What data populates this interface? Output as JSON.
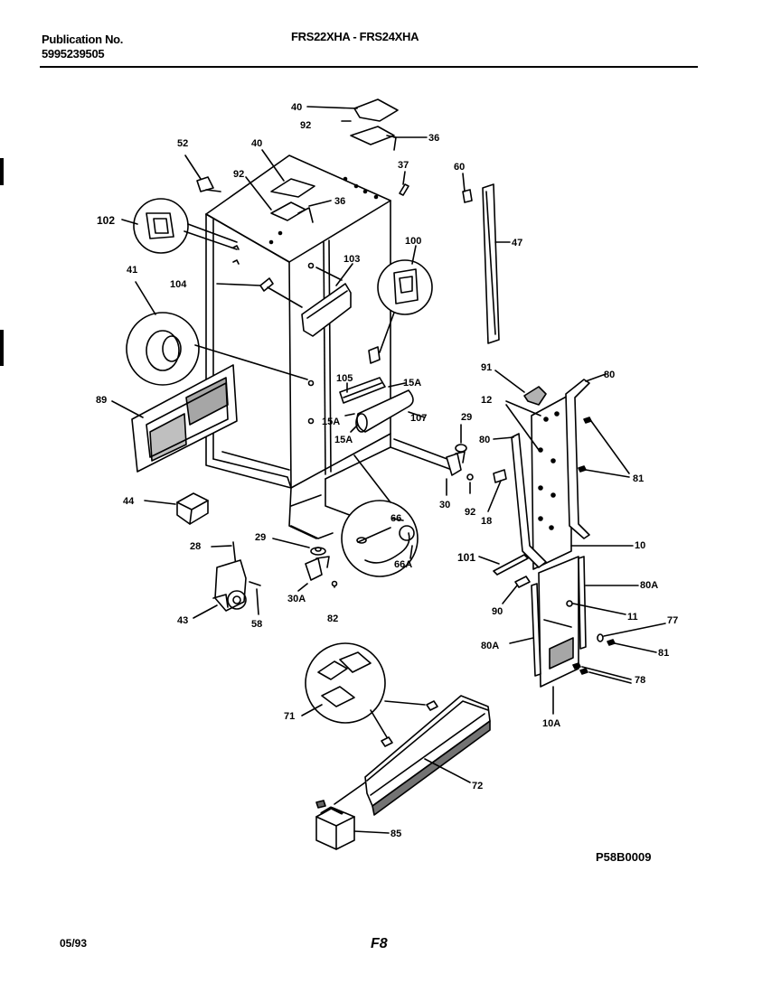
{
  "header": {
    "publication_label": "Publication No.",
    "publication_number": "5995239505",
    "models": "FRS22XHA - FRS24XHA"
  },
  "footer": {
    "date": "05/93",
    "page": "F8",
    "diagram_code": "P58B0009"
  },
  "callouts": {
    "c40a": "40",
    "c92a": "92",
    "c36a": "36",
    "c52": "52",
    "c40b": "40",
    "c37": "37",
    "c60": "60",
    "c92b": "92",
    "c36b": "36",
    "c102": "102",
    "c100": "100",
    "c47": "47",
    "c41": "41",
    "c104": "104",
    "c103": "103",
    "c91": "91",
    "c80a": "80",
    "c105": "105",
    "c15a1": "15A",
    "c89": "89",
    "c12": "12",
    "c29a": "29",
    "c15a2": "15A",
    "c107": "107",
    "c80b": "80",
    "c15a3": "15A",
    "c81a": "81",
    "c44": "44",
    "c30": "30",
    "c92c": "92",
    "c18": "18",
    "c66": "66",
    "c66a": "66A",
    "c29b": "29",
    "c28": "28",
    "c10": "10",
    "c101": "101",
    "c80a1": "80A",
    "c30a": "30A",
    "c82": "82",
    "c43": "43",
    "c58": "58",
    "c90": "90",
    "c11": "11",
    "c77": "77",
    "c80a2": "80A",
    "c81b": "81",
    "c78": "78",
    "c71": "71",
    "c10a": "10A",
    "c72": "72",
    "c85": "85"
  }
}
